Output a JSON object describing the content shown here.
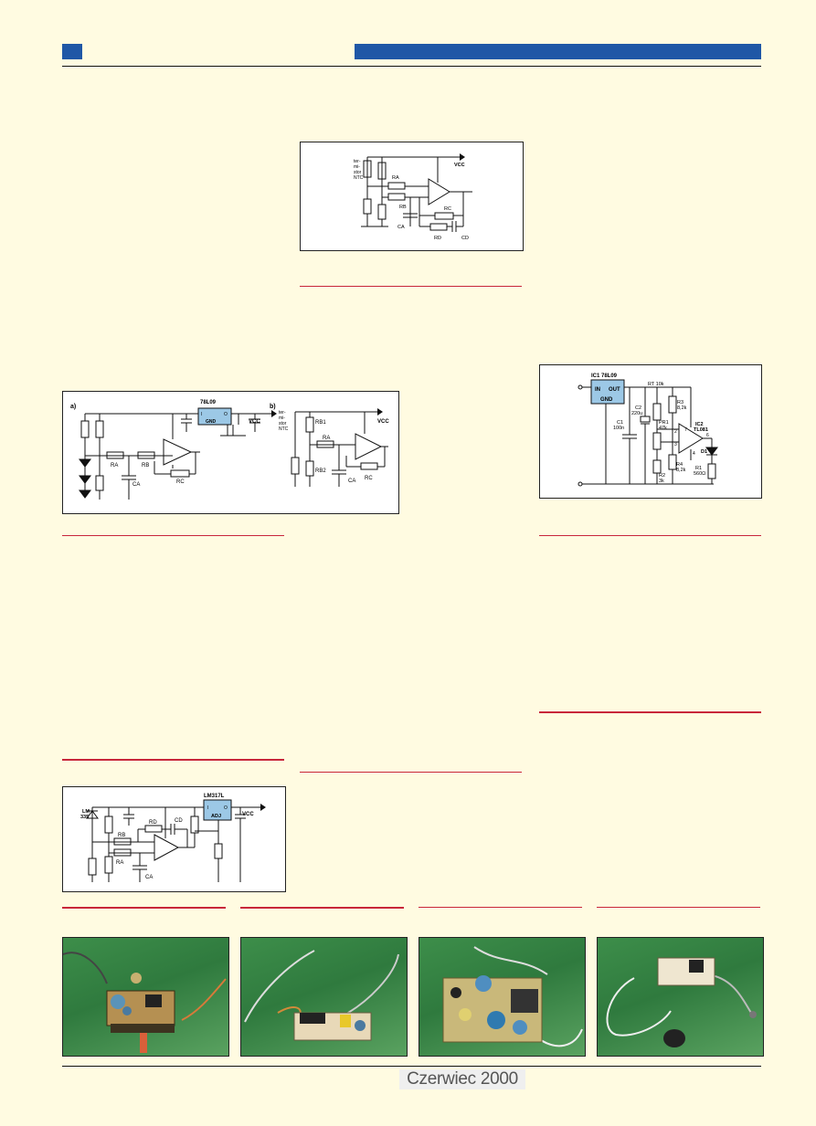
{
  "footer": {
    "issue": "Czerwiec 2000"
  },
  "fig_top": {
    "termistor_label": [
      "ter-",
      "mi-",
      "stor",
      "NTC"
    ],
    "vcc": "VCC",
    "ra": "RA",
    "rb": "RB",
    "rc": "RC",
    "ca": "CA",
    "rd": "RD",
    "cd": "CD"
  },
  "fig_ab": {
    "label_a": "a)",
    "label_b": "b)",
    "reg": "78L09",
    "reg_in": "I",
    "reg_out": "O",
    "reg_gnd": "GND",
    "vcc": "VCC",
    "ra": "RA",
    "rb": "RB",
    "rc": "RC",
    "ca": "CA",
    "termistor_label": [
      "ter-",
      "mi-",
      "stor",
      "NTC"
    ],
    "rb1": "RB1",
    "rb2": "RB2"
  },
  "fig_right": {
    "ic1": "IC1  78L09",
    "in": "IN",
    "out": "OUT",
    "gnd": "GND",
    "rt": "RT 10k",
    "r3": [
      "R3",
      "8,2k"
    ],
    "c2": [
      "C2",
      "220u"
    ],
    "c1": [
      "C1",
      "100n"
    ],
    "pr1": [
      "PR1",
      "47k"
    ],
    "r2": [
      "R2",
      "3k"
    ],
    "r4": [
      "R4",
      "8,2k"
    ],
    "ic2": [
      "IC2",
      "TL081"
    ],
    "d1": "D1",
    "r1": [
      "R1",
      "560Ω"
    ],
    "pin7": "7",
    "pin2": "2",
    "pin3": "3",
    "pin4": "4",
    "pin6": "6"
  },
  "fig_lm": {
    "lm": [
      "LM",
      "335"
    ],
    "reg": "LM317L",
    "reg_i": "I",
    "reg_o": "O",
    "reg_adj": "ADJ",
    "vcc": "VCC",
    "rb": "RB",
    "ra": "RA",
    "rd": "RD",
    "cd": "CD",
    "ca": "CA"
  }
}
